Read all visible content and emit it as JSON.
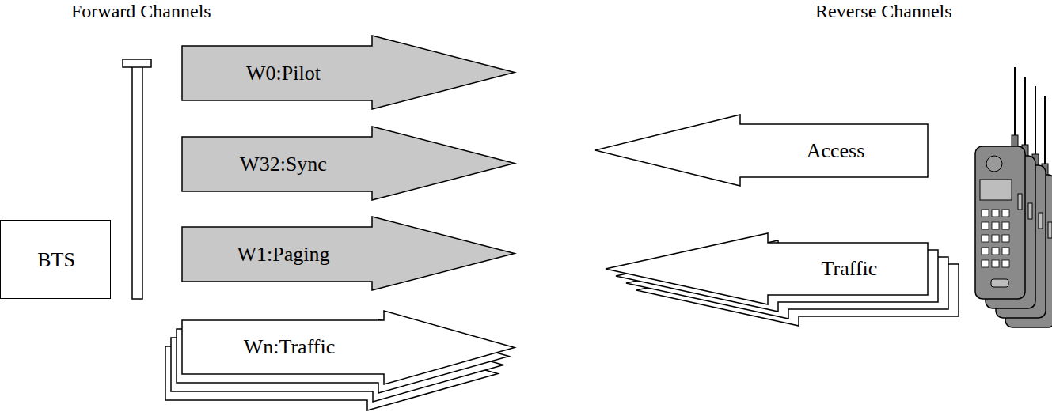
{
  "diagram": {
    "nodes": [
      {
        "text": [
          "BTS"
        ]
      },
      {
        "text": [
          "W0:Pilot"
        ]
      },
      {
        "text": [
          "W32:Sync"
        ]
      },
      {
        "text": [
          "W1:Paging"
        ]
      },
      {
        "text": [
          "Wn:Traffic"
        ]
      },
      {
        "text": [
          "Access"
        ]
      },
      {
        "text": [
          "Traffic"
        ]
      }
    ],
    "labels": [
      "Forward Channels",
      "Reverse Channels"
    ]
  }
}
